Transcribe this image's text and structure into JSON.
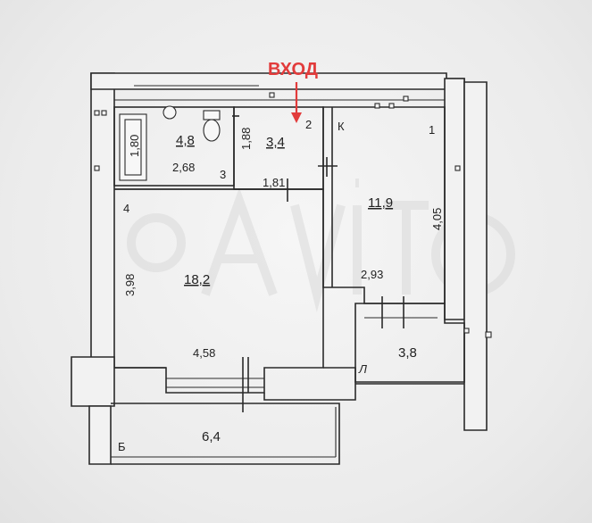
{
  "entrance_label": "ВХОД",
  "colors": {
    "ink": "#2a2a2a",
    "entrance": "#e23b3b",
    "paper": "#f2f2f2"
  },
  "rooms": {
    "bathroom": {
      "number": "3",
      "area": "4,8",
      "width": "2,68",
      "height": "1,80"
    },
    "hall": {
      "number": "2",
      "area": "3,4",
      "width": "1,81",
      "height": "1,88"
    },
    "kitchen": {
      "number": "1",
      "letter": "К",
      "area": "11,9",
      "width": "2,93",
      "height": "4,05"
    },
    "living": {
      "number": "4",
      "area": "18,2",
      "width": "4,58",
      "height": "3,98"
    },
    "loggia_kitchen": {
      "letter": "Л",
      "area": "3,8"
    },
    "balcony": {
      "letter": "Б",
      "area": "6,4"
    }
  }
}
